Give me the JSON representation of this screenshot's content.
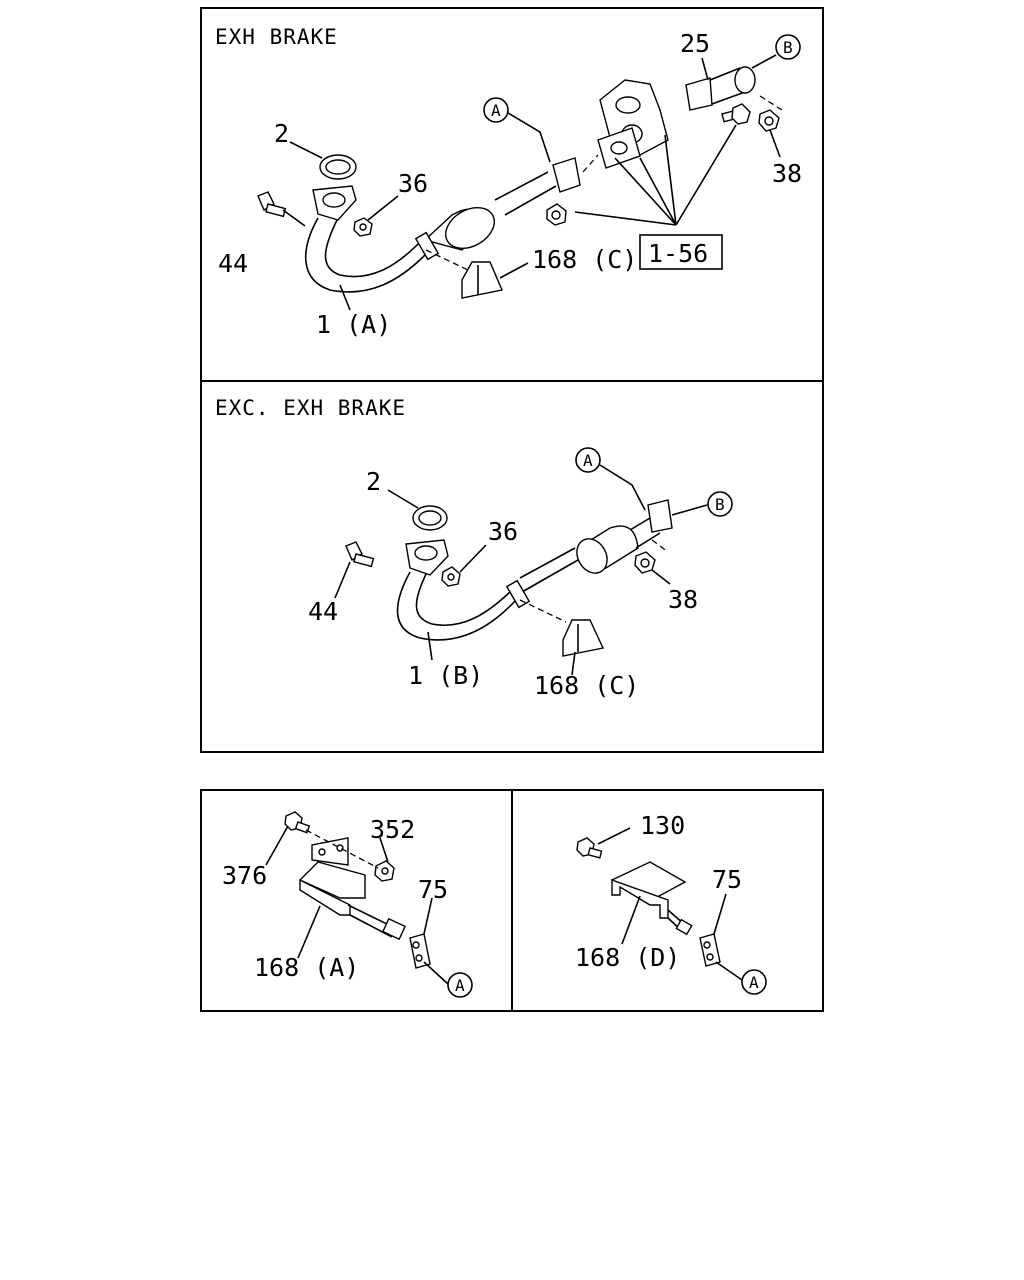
{
  "top_panel": {
    "title": "EXH BRAKE",
    "labels": {
      "p2": "2",
      "p25": "25",
      "p36": "36",
      "p44": "44",
      "p38": "38",
      "p1a": "1 (A)",
      "p168c": "168 (C)",
      "ref": "1-56"
    },
    "circle_refs": {
      "a": "A",
      "b": "B"
    }
  },
  "middle_panel": {
    "title": "EXC. EXH BRAKE",
    "labels": {
      "p2": "2",
      "p36": "36",
      "p44": "44",
      "p38": "38",
      "p1b": "1 (B)",
      "p168c": "168 (C)"
    },
    "circle_refs": {
      "a": "A",
      "b": "B"
    }
  },
  "bottom_left_panel": {
    "labels": {
      "p376": "376",
      "p352": "352",
      "p75": "75",
      "p168a": "168 (A)"
    },
    "circle_ref": "A"
  },
  "bottom_right_panel": {
    "labels": {
      "p130": "130",
      "p75": "75",
      "p168d": "168 (D)"
    },
    "circle_ref": "A"
  }
}
